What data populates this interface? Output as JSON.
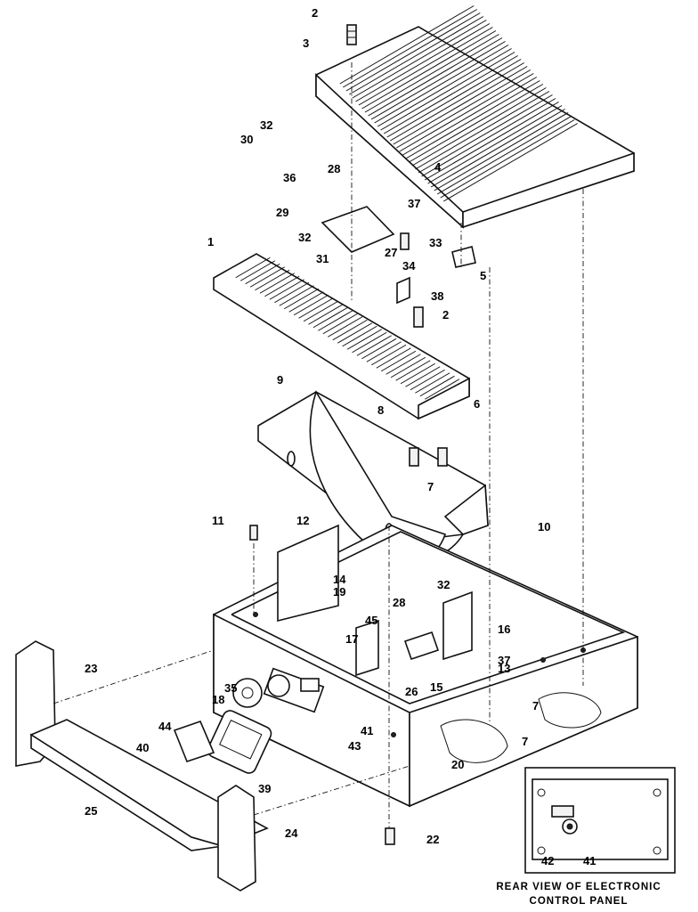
{
  "labels": {
    "p1": "1",
    "p2a": "2",
    "p2b": "2",
    "p3": "3",
    "p4": "4",
    "p5": "5",
    "p6": "6",
    "p7a": "7",
    "p7b": "7",
    "p7c": "7",
    "p8": "8",
    "p9": "9",
    "p10": "10",
    "p11": "11",
    "p12": "12",
    "p13": "13",
    "p14": "14",
    "p15": "15",
    "p16": "16",
    "p17": "17",
    "p18": "18",
    "p19": "19",
    "p20": "20",
    "p22": "22",
    "p23": "23",
    "p24": "24",
    "p25": "25",
    "p26": "26",
    "p27": "27",
    "p28a": "28",
    "p28b": "28",
    "p29": "29",
    "p30": "30",
    "p31": "31",
    "p32a": "32",
    "p32b": "32",
    "p32c": "32",
    "p33": "33",
    "p34": "34",
    "p35": "35",
    "p36": "36",
    "p37a": "37",
    "p37b": "37",
    "p38": "38",
    "p39": "39",
    "p40": "40",
    "p41a": "41",
    "p41b": "41",
    "p42": "42",
    "p43": "43",
    "p44": "44",
    "p45": "45"
  },
  "caption": {
    "line1": "REAR  VIEW  OF  ELECTRONIC",
    "line2": "CONTROL PANEL"
  }
}
